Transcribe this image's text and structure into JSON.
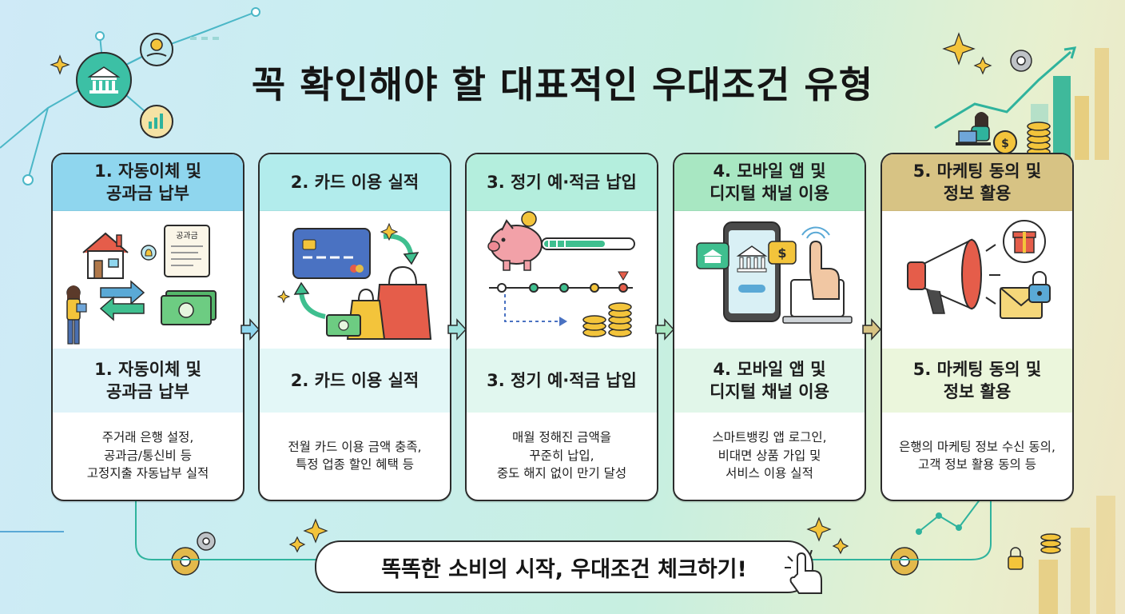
{
  "title": "꼭 확인해야 할 대표적인 우대조건 유형",
  "cards": [
    {
      "header": "1. 자동이체 및\n공과금 납부",
      "subtitle": "1. 자동이체 및\n공과금 납부",
      "description": "주거래 은행 설정,\n공과금/통신비 등\n고정지출 자동납부 실적",
      "receipt_label": "공과금",
      "header_color": "#8fd6ee",
      "sub_color": "#dff3f9",
      "icons": [
        "house-icon",
        "receipt-icon",
        "bell-icon",
        "person-icon",
        "transfer-arrows-icon",
        "cash-icon"
      ]
    },
    {
      "header": "2. 카드 이용 실적",
      "subtitle": "2. 카드 이용 실적",
      "description": "전월 카드 이용 금액 충족,\n특정 업종 할인 혜택 등",
      "header_color": "#b2ecec",
      "sub_color": "#e3f7f7",
      "icons": [
        "credit-card-icon",
        "shopping-bag-icon",
        "cash-icon",
        "cycle-arrows-icon"
      ]
    },
    {
      "header": "3. 정기 예·적금 납입",
      "subtitle": "3. 정기 예·적금 납입",
      "description": "매월 정해진 금액을\n꾸준히 납입,\n중도 해지 없이 만기 달성",
      "header_color": "#b4eedd",
      "sub_color": "#e1f7ef",
      "icons": [
        "piggy-bank-icon",
        "progress-bar-icon",
        "timeline-icon",
        "coins-icon"
      ]
    },
    {
      "header": "4. 모바일 앱 및\n디지털 채널 이용",
      "subtitle": "4. 모바일 앱 및\n디지털 채널 이용",
      "description": "스마트뱅킹 앱 로그인,\n비대면 상품 가입 및\n서비스 이용 실적",
      "header_color": "#a8e7c2",
      "sub_color": "#e1f6e9",
      "icons": [
        "smartphone-icon",
        "bank-icon",
        "laptop-icon",
        "pointer-hand-icon"
      ]
    },
    {
      "header": "5. 마케팅 동의 및\n정보 활용",
      "subtitle": "5. 마케팅 동의 및\n정보 활용",
      "description": "은행의 마케팅 정보 수신 동의,\n고객 정보 활용 동의 등",
      "header_color": "#d7c384",
      "sub_color": "#ebf6dc",
      "icons": [
        "megaphone-icon",
        "gift-icon",
        "envelope-icon",
        "lock-icon"
      ]
    }
  ],
  "banner": "똑똑한 소비의 시작, 우대조건 체크하기!",
  "colors": {
    "accent_teal": "#2fb39d",
    "accent_blue": "#5aa9d6",
    "gold": "#e8b83a",
    "outline": "#2b2b2b"
  }
}
